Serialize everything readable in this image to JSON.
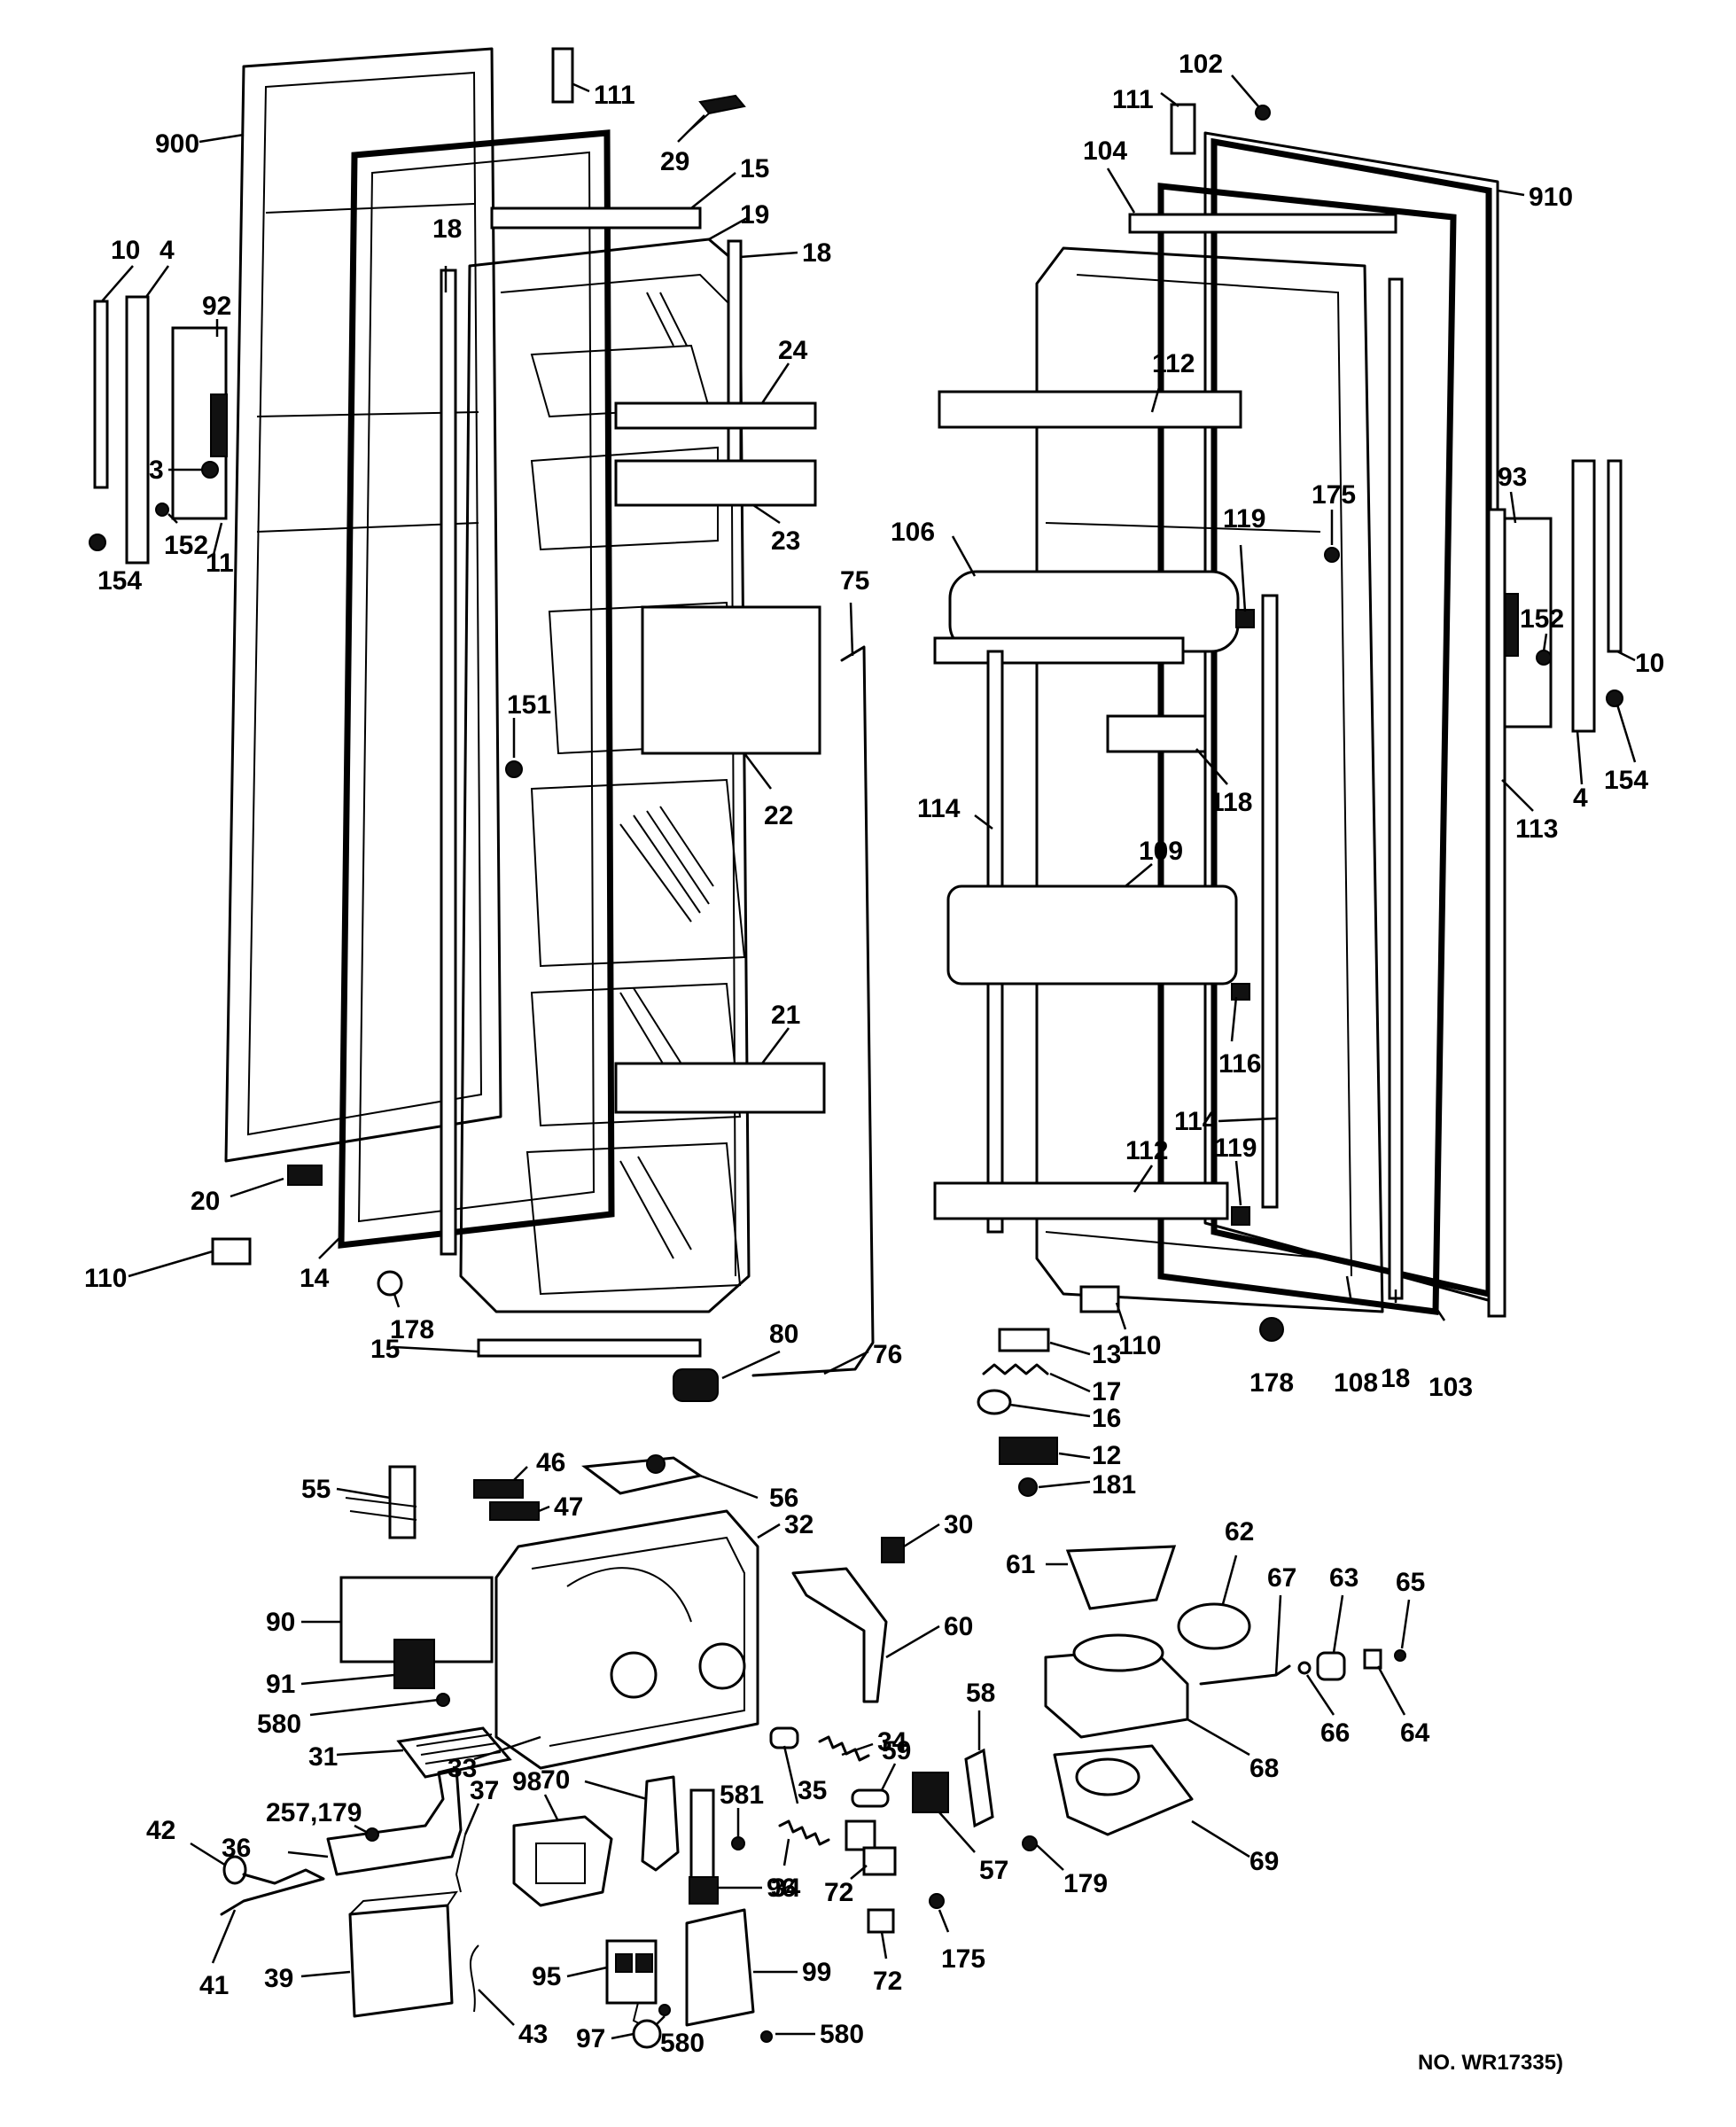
{
  "diagram_code": "NO. WR17335)",
  "labels": [
    {
      "id": "l111a",
      "text": "111"
    },
    {
      "id": "l900",
      "text": "900"
    },
    {
      "id": "l29",
      "text": "29"
    },
    {
      "id": "l15a",
      "text": "15"
    },
    {
      "id": "l19",
      "text": "19"
    },
    {
      "id": "l18a",
      "text": "18"
    },
    {
      "id": "l18b",
      "text": "18"
    },
    {
      "id": "l10a",
      "text": "10"
    },
    {
      "id": "l4a",
      "text": "4"
    },
    {
      "id": "l92",
      "text": "92"
    },
    {
      "id": "l24",
      "text": "24"
    },
    {
      "id": "l3",
      "text": "3"
    },
    {
      "id": "l152a",
      "text": "152"
    },
    {
      "id": "l11",
      "text": "11"
    },
    {
      "id": "l154a",
      "text": "154"
    },
    {
      "id": "l23",
      "text": "23"
    },
    {
      "id": "l75",
      "text": "75"
    },
    {
      "id": "l151",
      "text": "151"
    },
    {
      "id": "l22",
      "text": "22"
    },
    {
      "id": "l21",
      "text": "21"
    },
    {
      "id": "l20",
      "text": "20"
    },
    {
      "id": "l110a",
      "text": "110"
    },
    {
      "id": "l14",
      "text": "14"
    },
    {
      "id": "l178a",
      "text": "178"
    },
    {
      "id": "l15b",
      "text": "15"
    },
    {
      "id": "l80",
      "text": "80"
    },
    {
      "id": "l76",
      "text": "76"
    },
    {
      "id": "l102",
      "text": "102"
    },
    {
      "id": "l111b",
      "text": "111"
    },
    {
      "id": "l104",
      "text": "104"
    },
    {
      "id": "l910",
      "text": "910"
    },
    {
      "id": "l112a",
      "text": "112"
    },
    {
      "id": "l175a",
      "text": "175"
    },
    {
      "id": "l93",
      "text": "93"
    },
    {
      "id": "l106",
      "text": "106"
    },
    {
      "id": "l119a",
      "text": "119"
    },
    {
      "id": "l152b",
      "text": "152"
    },
    {
      "id": "l10b",
      "text": "10"
    },
    {
      "id": "l154b",
      "text": "154"
    },
    {
      "id": "l4b",
      "text": "4"
    },
    {
      "id": "l113",
      "text": "113"
    },
    {
      "id": "l118",
      "text": "118"
    },
    {
      "id": "l114a",
      "text": "114"
    },
    {
      "id": "l109",
      "text": "109"
    },
    {
      "id": "l116",
      "text": "116"
    },
    {
      "id": "l114b",
      "text": "114"
    },
    {
      "id": "l112b",
      "text": "112"
    },
    {
      "id": "l119b",
      "text": "119"
    },
    {
      "id": "l110b",
      "text": "110"
    },
    {
      "id": "l178b",
      "text": "178"
    },
    {
      "id": "l108",
      "text": "108"
    },
    {
      "id": "l18c",
      "text": "18"
    },
    {
      "id": "l103",
      "text": "103"
    },
    {
      "id": "l13",
      "text": "13"
    },
    {
      "id": "l17",
      "text": "17"
    },
    {
      "id": "l16",
      "text": "16"
    },
    {
      "id": "l12",
      "text": "12"
    },
    {
      "id": "l181",
      "text": "181"
    },
    {
      "id": "l55",
      "text": "55"
    },
    {
      "id": "l46",
      "text": "46"
    },
    {
      "id": "l47",
      "text": "47"
    },
    {
      "id": "l56",
      "text": "56"
    },
    {
      "id": "l32",
      "text": "32"
    },
    {
      "id": "l30",
      "text": "30"
    },
    {
      "id": "l61",
      "text": "61"
    },
    {
      "id": "l62",
      "text": "62"
    },
    {
      "id": "l67",
      "text": "67"
    },
    {
      "id": "l63",
      "text": "63"
    },
    {
      "id": "l65",
      "text": "65"
    },
    {
      "id": "l90",
      "text": "90"
    },
    {
      "id": "l60",
      "text": "60"
    },
    {
      "id": "l91",
      "text": "91"
    },
    {
      "id": "l580a",
      "text": "580"
    },
    {
      "id": "l31",
      "text": "31"
    },
    {
      "id": "l33",
      "text": "33"
    },
    {
      "id": "l34a",
      "text": "34"
    },
    {
      "id": "l66",
      "text": "66"
    },
    {
      "id": "l64",
      "text": "64"
    },
    {
      "id": "l68",
      "text": "68"
    },
    {
      "id": "l58",
      "text": "58"
    },
    {
      "id": "l59",
      "text": "59"
    },
    {
      "id": "l35",
      "text": "35"
    },
    {
      "id": "l257",
      "text": "257,179"
    },
    {
      "id": "l70",
      "text": "70"
    },
    {
      "id": "l581",
      "text": "581"
    },
    {
      "id": "l36",
      "text": "36"
    },
    {
      "id": "l37",
      "text": "37"
    },
    {
      "id": "l98",
      "text": "98"
    },
    {
      "id": "l34b",
      "text": "34"
    },
    {
      "id": "l57",
      "text": "57"
    },
    {
      "id": "l179",
      "text": "179"
    },
    {
      "id": "l69",
      "text": "69"
    },
    {
      "id": "l42",
      "text": "42"
    },
    {
      "id": "l96",
      "text": "96"
    },
    {
      "id": "l72a",
      "text": "72"
    },
    {
      "id": "l175b",
      "text": "175"
    },
    {
      "id": "l72b",
      "text": "72"
    },
    {
      "id": "l41",
      "text": "41"
    },
    {
      "id": "l39",
      "text": "39"
    },
    {
      "id": "l95",
      "text": "95"
    },
    {
      "id": "l99",
      "text": "99"
    },
    {
      "id": "l43",
      "text": "43"
    },
    {
      "id": "l97",
      "text": "97"
    },
    {
      "id": "l580b",
      "text": "580"
    },
    {
      "id": "l580c",
      "text": "580"
    }
  ]
}
